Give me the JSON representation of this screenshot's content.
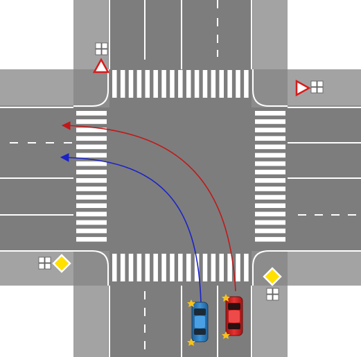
{
  "diagram": {
    "kind": "four-way intersection",
    "colors": {
      "background": "#ffffff",
      "asphalt": "#8c8c8c",
      "asphalt_dark": "#6f6f6f",
      "sidewalk": "#c9c9c9",
      "lane_marking": "#ffffff",
      "blue_car": "#2f7fbf",
      "red_car": "#d62222",
      "blue_path": "#1a22c8",
      "red_path": "#c01818",
      "turn_signal": "#f7c21a",
      "priority_sign": "#ffe000",
      "yield_sign_border": "#d81c1c"
    },
    "vehicles": [
      {
        "name": "blue-car",
        "color_key": "blue_car",
        "signal": "left",
        "maneuver": "left-turn"
      },
      {
        "name": "red-car",
        "color_key": "red_car",
        "signal": "left",
        "maneuver": "left-turn"
      }
    ],
    "signs": [
      {
        "name": "yield-sign-north-west",
        "type": "yield",
        "plate": "intersection-layout"
      },
      {
        "name": "yield-sign-east-north",
        "type": "yield",
        "plate": "intersection-layout"
      },
      {
        "name": "priority-sign-west-south",
        "type": "priority-road",
        "plate": "intersection-layout"
      },
      {
        "name": "priority-sign-south-east",
        "type": "priority-road",
        "plate": "intersection-layout"
      }
    ],
    "crosswalks": [
      "north",
      "south",
      "west",
      "east"
    ]
  }
}
